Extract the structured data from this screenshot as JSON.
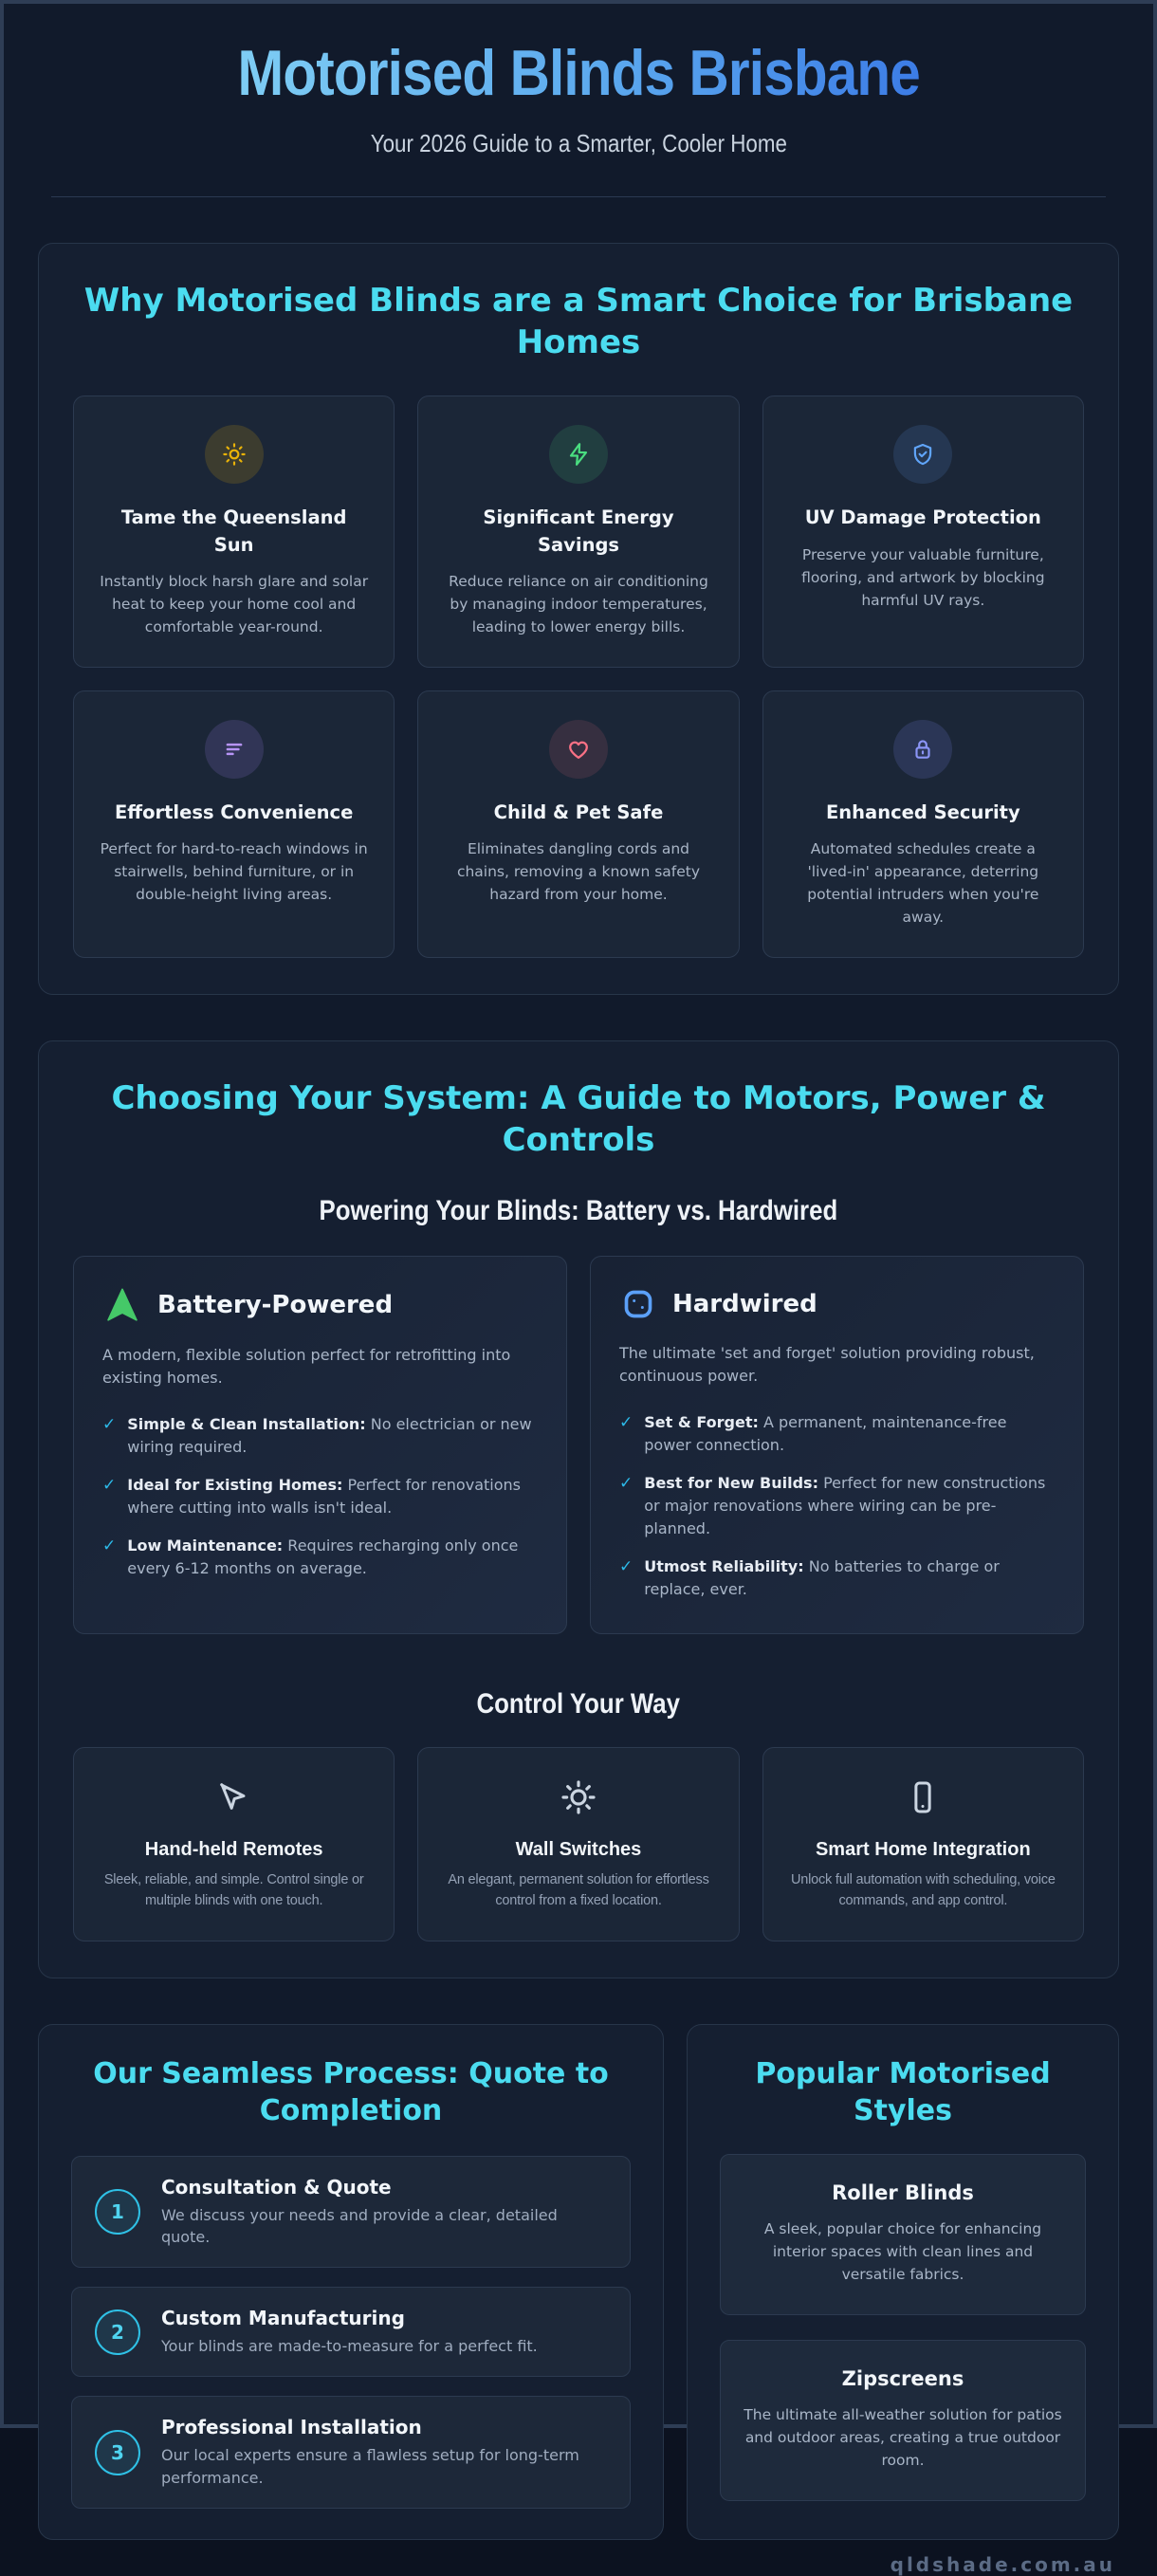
{
  "page": {
    "title": "Motorised Blinds Brisbane",
    "subtitle": "Your 2026 Guide to a Smarter, Cooler Home",
    "footer": "qldshade.com.au"
  },
  "colors": {
    "page_bg": "#111a2b",
    "panel_bg": "#151f31",
    "card_bg": "#1b2637",
    "accent_cyan": "#4bdcf0",
    "title_gradient_start": "#7ecdf4",
    "title_gradient_end": "#3c7ce6",
    "check_cyan": "#2cb9e8",
    "sun_yellow": "#eab308",
    "zap_green": "#4ade80",
    "shield_blue": "#60a5fa",
    "slider_purple": "#b794f6",
    "heart_rose": "#fb7185",
    "lock_indigo": "#8b95f6",
    "battery_green": "#45c968",
    "plug_blue": "#5ba0f8",
    "footer_gray": "#5b6b85"
  },
  "why": {
    "heading": "Why Motorised Blinds are a Smart Choice for Brisbane Homes",
    "cards": [
      {
        "icon": "sun-icon",
        "title": "Tame the Queensland Sun",
        "desc": "Instantly block harsh glare and solar heat to keep your home cool and comfortable year-round."
      },
      {
        "icon": "lightning-icon",
        "title": "Significant Energy Savings",
        "desc": "Reduce reliance on air conditioning by managing indoor temperatures, leading to lower energy bills."
      },
      {
        "icon": "shield-check-icon",
        "title": "UV Damage Protection",
        "desc": "Preserve your valuable furniture, flooring, and artwork by blocking harmful UV rays."
      },
      {
        "icon": "sliders-icon",
        "title": "Effortless Convenience",
        "desc": "Perfect for hard-to-reach windows in stairwells, behind furniture, or in double-height living areas."
      },
      {
        "icon": "heart-icon",
        "title": "Child & Pet Safe",
        "desc": "Eliminates dangling cords and chains, removing a known safety hazard from your home."
      },
      {
        "icon": "lock-icon",
        "title": "Enhanced Security",
        "desc": "Automated schedules create a 'lived-in' appearance, deterring potential intruders when you're away."
      }
    ]
  },
  "system": {
    "heading": "Choosing Your System: A Guide to Motors, Power & Controls",
    "power_heading": "Powering Your Blinds: Battery vs. Hardwired",
    "options": [
      {
        "icon": "battery-charging-icon",
        "title": "Battery-Powered",
        "desc": "A modern, flexible solution perfect for retrofitting into existing homes.",
        "items": [
          {
            "lead": "Simple & Clean Installation:",
            "text": "No electrician or new wiring required."
          },
          {
            "lead": "Ideal for Existing Homes:",
            "text": "Perfect for renovations where cutting into walls isn't ideal."
          },
          {
            "lead": "Low Maintenance:",
            "text": "Requires recharging only once every 6-12 months on average."
          }
        ]
      },
      {
        "icon": "power-outlet-icon",
        "title": "Hardwired",
        "desc": "The ultimate 'set and forget' solution providing robust, continuous power.",
        "items": [
          {
            "lead": "Set & Forget:",
            "text": "A permanent, maintenance-free power connection."
          },
          {
            "lead": "Best for New Builds:",
            "text": "Perfect for new constructions or major renovations where wiring can be pre-planned."
          },
          {
            "lead": "Utmost Reliability:",
            "text": "No batteries to charge or replace, ever."
          }
        ]
      }
    ],
    "check_glyph": "✓",
    "control_heading": "Control Your Way",
    "controls": [
      {
        "icon": "mouse-pointer-icon",
        "title": "Hand-held Remotes",
        "desc": "Sleek, reliable, and simple. Control single or multiple blinds with one touch."
      },
      {
        "icon": "brightness-dial-icon",
        "title": "Wall Switches",
        "desc": "An elegant, permanent solution for effortless control from a fixed location."
      },
      {
        "icon": "smartphone-icon",
        "title": "Smart Home Integration",
        "desc": "Unlock full automation with scheduling, voice commands, and app control."
      }
    ]
  },
  "process": {
    "heading": "Our Seamless Process: Quote to Completion",
    "steps": [
      {
        "num": "1",
        "title": "Consultation & Quote",
        "desc": "We discuss your needs and provide a clear, detailed quote."
      },
      {
        "num": "2",
        "title": "Custom Manufacturing",
        "desc": "Your blinds are made-to-measure for a perfect fit."
      },
      {
        "num": "3",
        "title": "Professional Installation",
        "desc": "Our local experts ensure a flawless setup for long-term performance."
      }
    ]
  },
  "styles": {
    "heading": "Popular Motorised Styles",
    "cards": [
      {
        "title": "Roller Blinds",
        "desc": "A sleek, popular choice for enhancing interior spaces with clean lines and versatile fabrics."
      },
      {
        "title": "Zipscreens",
        "desc": "The ultimate all-weather solution for patios and outdoor areas, creating a true outdoor room."
      }
    ]
  }
}
